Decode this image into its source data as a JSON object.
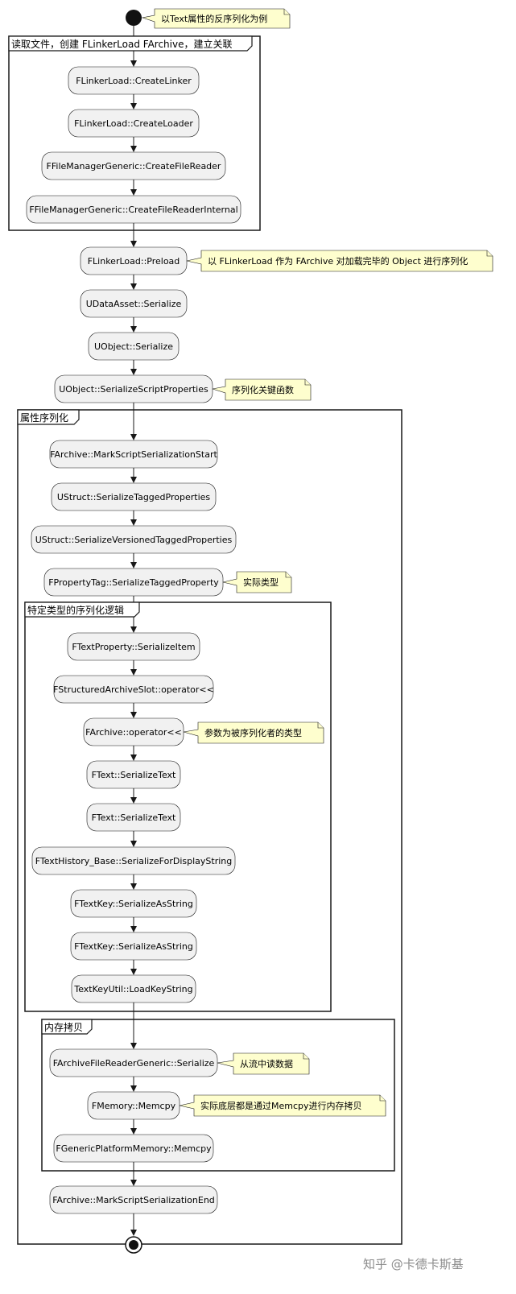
{
  "diagram": {
    "groups": [
      {
        "id": "read",
        "label": "读取文件，创建 FLinkerLoad FArchive，建立关联"
      },
      {
        "id": "prop",
        "label": "属性序列化"
      },
      {
        "id": "typed",
        "label": "特定类型的序列化逻辑"
      },
      {
        "id": "mem",
        "label": "内存拷贝"
      }
    ],
    "steps": [
      {
        "id": "s1",
        "label": "FLinkerLoad::CreateLinker"
      },
      {
        "id": "s2",
        "label": "FLinkerLoad::CreateLoader"
      },
      {
        "id": "s3",
        "label": "FFileManagerGeneric::CreateFileReader"
      },
      {
        "id": "s4",
        "label": "FFileManagerGeneric::CreateFileReaderInternal"
      },
      {
        "id": "s5",
        "label": "FLinkerLoad::Preload"
      },
      {
        "id": "s6",
        "label": "UDataAsset::Serialize"
      },
      {
        "id": "s7",
        "label": "UObject::Serialize"
      },
      {
        "id": "s8",
        "label": "UObject::SerializeScriptProperties"
      },
      {
        "id": "s9",
        "label": "FArchive::MarkScriptSerializationStart"
      },
      {
        "id": "s10",
        "label": "UStruct::SerializeTaggedProperties"
      },
      {
        "id": "s11",
        "label": "UStruct::SerializeVersionedTaggedProperties"
      },
      {
        "id": "s12",
        "label": "FPropertyTag::SerializeTaggedProperty"
      },
      {
        "id": "s13",
        "label": "FTextProperty::SerializeItem"
      },
      {
        "id": "s14",
        "label": "FStructuredArchiveSlot::operator<<"
      },
      {
        "id": "s15",
        "label": "FArchive::operator<<"
      },
      {
        "id": "s16",
        "label": "FText::SerializeText"
      },
      {
        "id": "s17",
        "label": "FText::SerializeText"
      },
      {
        "id": "s18",
        "label": "FTextHistory_Base::SerializeForDisplayString"
      },
      {
        "id": "s19",
        "label": "FTextKey::SerializeAsString"
      },
      {
        "id": "s20",
        "label": "FTextKey::SerializeAsString"
      },
      {
        "id": "s21",
        "label": "TextKeyUtil::LoadKeyString"
      },
      {
        "id": "s22",
        "label": "FArchiveFileReaderGeneric::Serialize"
      },
      {
        "id": "s23",
        "label": "FMemory::Memcpy"
      },
      {
        "id": "s24",
        "label": "FGenericPlatformMemory::Memcpy"
      },
      {
        "id": "s25",
        "label": "FArchive::MarkScriptSerializationEnd"
      }
    ],
    "notes": [
      {
        "id": "n0",
        "text": "以Text属性的反序列化为例"
      },
      {
        "id": "n1",
        "text": "以 FLinkerLoad 作为 FArchive 对加载完毕的 Object 进行序列化"
      },
      {
        "id": "n2",
        "text": "序列化关键函数"
      },
      {
        "id": "n3",
        "text": "实际类型"
      },
      {
        "id": "n4",
        "text": "参数为被序列化者的类型"
      },
      {
        "id": "n5",
        "text": "从流中读数据"
      },
      {
        "id": "n6",
        "text": "实际底层都是通过Memcpy进行内存拷贝"
      }
    ]
  },
  "watermark": "知乎 @卡德卡斯基"
}
